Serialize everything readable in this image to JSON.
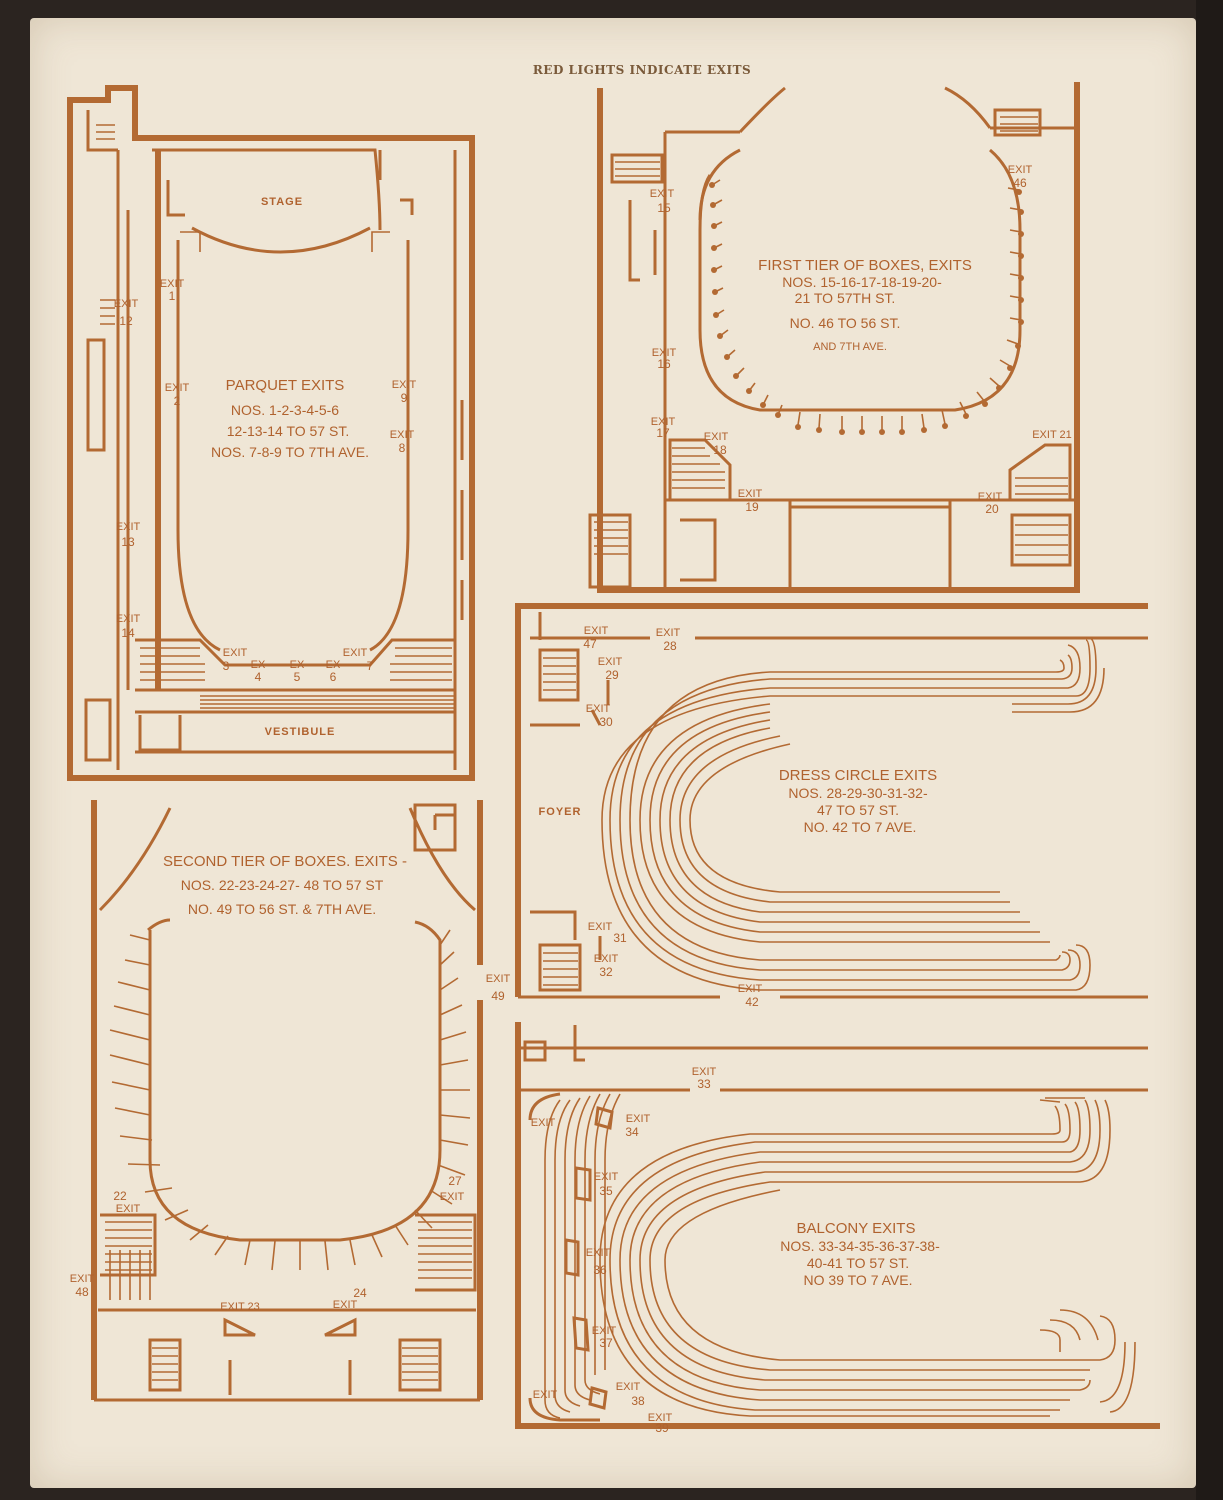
{
  "header": "RED LIGHTS INDICATE EXITS",
  "rooms": {
    "stage": "STAGE",
    "vestibule": "VESTIBULE",
    "foyer": "FOYER"
  },
  "parquet": {
    "title": "PARQUET EXITS",
    "line1": "NOS. 1-2-3-4-5-6",
    "line2": "12-13-14 TO 57 ST.",
    "line3": "NOS. 7-8-9 TO 7TH AVE.",
    "exits": {
      "e1": [
        "EXIT",
        "1"
      ],
      "e2": [
        "EXIT",
        "2"
      ],
      "e12": [
        "EXIT",
        "12"
      ],
      "e13": [
        "EXIT",
        "13"
      ],
      "e14": [
        "EXIT",
        "14"
      ],
      "e9": [
        "EXIT",
        "9"
      ],
      "e8": [
        "EXIT",
        "8"
      ],
      "e3": [
        "EXIT",
        "3"
      ],
      "e4": [
        "EX",
        "4"
      ],
      "e5": [
        "EX",
        "5"
      ],
      "e6": [
        "EX",
        "6"
      ],
      "e7": [
        "EXIT",
        "7"
      ]
    }
  },
  "first_tier": {
    "title": "FIRST TIER OF BOXES, EXITS",
    "line1": "NOS. 15-16-17-18-19-20-",
    "line2": "21 TO 57TH ST.",
    "line3": "NO. 46 TO 56 ST.",
    "line4": "AND 7TH AVE.",
    "exits": {
      "e15": [
        "EXIT",
        "15"
      ],
      "e16": [
        "EXIT",
        "16"
      ],
      "e17": [
        "EXIT",
        "17"
      ],
      "e18": [
        "EXIT",
        "18"
      ],
      "e19": [
        "EXIT",
        "19"
      ],
      "e20": [
        "EXIT",
        "20"
      ],
      "e21": "EXIT 21",
      "e46": [
        "EXIT",
        "46"
      ]
    }
  },
  "second_tier": {
    "title": "SECOND TIER OF BOXES. EXITS -",
    "line1": "NOS. 22-23-24-27- 48 TO 57 ST",
    "line2": "NO. 49 TO 56 ST. & 7TH AVE.",
    "exits": {
      "e22": [
        "22",
        "EXIT"
      ],
      "e23": "EXIT 23",
      "e24": [
        "24",
        "EXIT"
      ],
      "e27": [
        "27",
        "EXIT"
      ],
      "e48": [
        "EXIT",
        "48"
      ],
      "e49": [
        "EXIT",
        "49"
      ]
    }
  },
  "dress_circle": {
    "title": "DRESS CIRCLE EXITS",
    "line1": "NOS. 28-29-30-31-32-",
    "line2": "47 TO 57 ST.",
    "line3": "NO. 42 TO 7 AVE.",
    "exits": {
      "e47": [
        "EXIT",
        "47"
      ],
      "e28": [
        "EXIT",
        "28"
      ],
      "e29": [
        "EXIT",
        "29"
      ],
      "e30": [
        "EXIT",
        "30"
      ],
      "e31": [
        "EXIT",
        "31"
      ],
      "e32": [
        "EXIT",
        "32"
      ],
      "e42": [
        "EXIT",
        "42"
      ]
    }
  },
  "balcony": {
    "title": "BALCONY EXITS",
    "line1": "NOS. 33-34-35-36-37-38-",
    "line2": "40-41 TO 57 ST.",
    "line3": "NO 39 TO 7 AVE.",
    "exits": {
      "e33": [
        "EXIT",
        "33"
      ],
      "e34": [
        "EXIT",
        "34"
      ],
      "e35": [
        "EXIT",
        "35"
      ],
      "e36": [
        "EXIT",
        "36"
      ],
      "e37": [
        "EXIT",
        "37"
      ],
      "e38": [
        "EXIT",
        "38"
      ],
      "e39": [
        "EXIT",
        "39"
      ],
      "eTop": "EXIT",
      "eBot": "EXIT"
    }
  },
  "colors": {
    "ink": "#b36a33",
    "paper": "#efe6d6",
    "background": "#2b2420"
  }
}
